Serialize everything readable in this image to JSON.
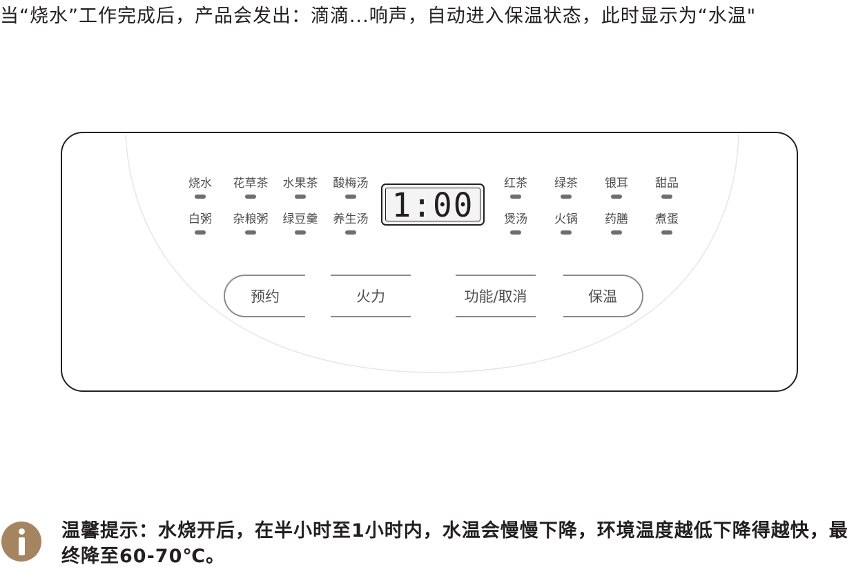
{
  "intro_text": "当“烧水”工作完成后，产品会发出：滴滴...响声，自动进入保温状态，此时显示为“水温\"",
  "panel": {
    "functions_left": [
      {
        "label": "烧水"
      },
      {
        "label": "花草茶"
      },
      {
        "label": "水果茶"
      },
      {
        "label": "酸梅汤"
      },
      {
        "label": "白粥"
      },
      {
        "label": "杂粮粥"
      },
      {
        "label": "绿豆羹"
      },
      {
        "label": "养生汤"
      }
    ],
    "functions_right": [
      {
        "label": "红茶"
      },
      {
        "label": "绿茶"
      },
      {
        "label": "银耳"
      },
      {
        "label": "甜品"
      },
      {
        "label": "煲汤"
      },
      {
        "label": "火锅"
      },
      {
        "label": "药膳"
      },
      {
        "label": "煮蛋"
      }
    ],
    "display_value": "1:00",
    "buttons": {
      "reserve": "预约",
      "power": "火力",
      "function_cancel": "功能/取消",
      "keep_warm": "保温"
    }
  },
  "tip": {
    "icon": "info-icon",
    "icon_color": "#a58460",
    "text": "温馨提示：水烧开后，在半小时至1小时内，水温会慢慢下降，环境温度越低下降得越快，最终降至60-70℃。"
  }
}
